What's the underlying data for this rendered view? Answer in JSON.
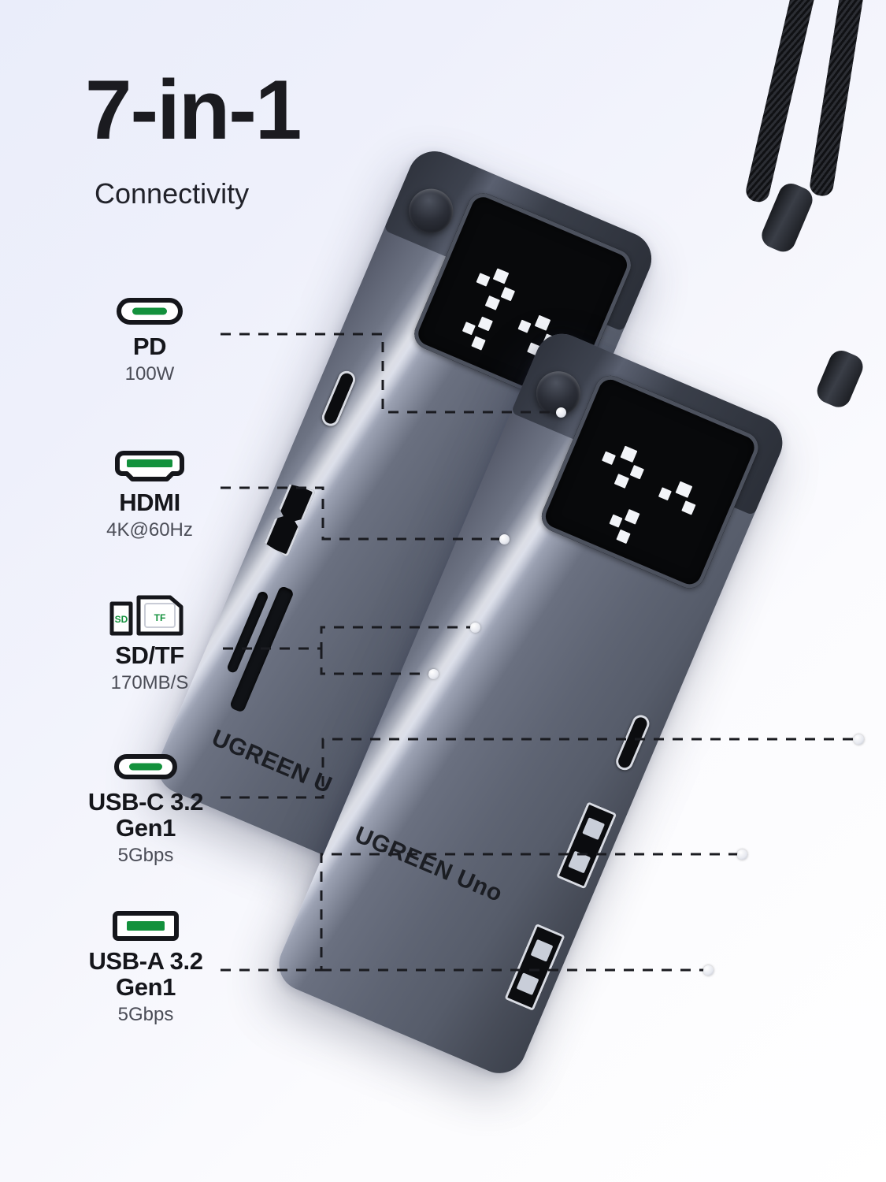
{
  "header": {
    "title": "7-in-1",
    "subtitle": "Connectivity"
  },
  "features": [
    {
      "id": "pd",
      "icon": "usb-c-port-icon",
      "name": "PD",
      "spec": "100W"
    },
    {
      "id": "hdmi",
      "icon": "hdmi-port-icon",
      "name": "HDMI",
      "spec": "4K@60Hz"
    },
    {
      "id": "sdtf",
      "icon": "sd-tf-card-icon",
      "name": "SD/TF",
      "spec": "170MB/S",
      "card_small_label": "SD",
      "card_large_label": "TF"
    },
    {
      "id": "usbc",
      "icon": "usb-c-port-icon",
      "name": "USB-C 3.2\nGen1",
      "spec": "5Gbps"
    },
    {
      "id": "usba",
      "icon": "usb-a-port-icon",
      "name": "USB-A 3.2\nGen1",
      "spec": "5Gbps"
    }
  ],
  "product": {
    "brand_back": "UGREEN U",
    "brand_front": "UGREEN Uno"
  },
  "colors": {
    "accent_green": "#13913c",
    "text_dark": "#15161b",
    "text_muted": "#4b4d57",
    "background_start": "#eaedfa",
    "background_end": "#ffffff",
    "device_body": "#5e6473",
    "callout_line": "#1a1b20"
  }
}
